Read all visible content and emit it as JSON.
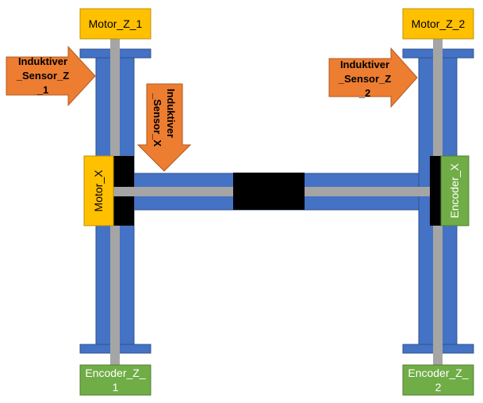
{
  "boxes": {
    "motor_z_1": "Motor_Z_1",
    "motor_z_2": "Motor_Z_2",
    "motor_x": "Motor_X",
    "encoder_x": "Encoder_X",
    "encoder_z_1_line1": "Encoder_Z_",
    "encoder_z_1_line2": "1",
    "encoder_z_2_line1": "Encoder_Z_",
    "encoder_z_2_line2": "2"
  },
  "sensors": {
    "z1_line1": "Induktiver",
    "z1_line2": "_Sensor_Z",
    "z1_line3": "_1",
    "z2_line1": "Induktiver",
    "z2_line2": "_Sensor_Z",
    "z2_line3": "_2",
    "x_line1": "Induktiver",
    "x_line2": "_Sensor_X"
  },
  "colors": {
    "rail_blue": "#4472c4",
    "rail_border": "#2f528f",
    "shaft_gray": "#a5a5a5",
    "motor_yellow": "#ffc000",
    "encoder_green": "#70ad47",
    "sensor_orange": "#ed7d31",
    "carriage_black": "#000000"
  }
}
